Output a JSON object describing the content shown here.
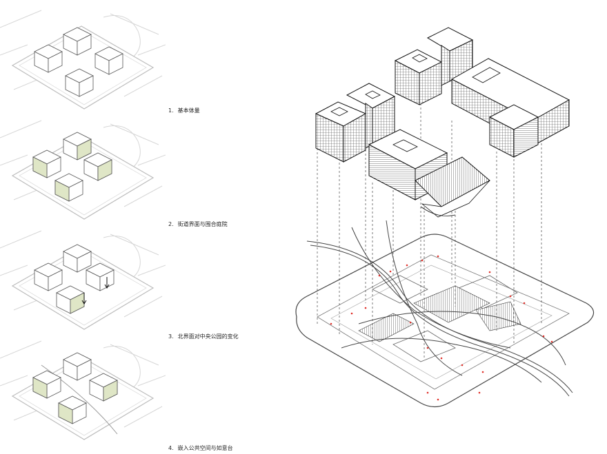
{
  "steps": [
    {
      "num": "1.",
      "label": "基本体量"
    },
    {
      "num": "2.",
      "label": "街道界面与围合庭院"
    },
    {
      "num": "3.",
      "label": "北界面对中央公园的变化"
    },
    {
      "num": "4.",
      "label": "嵌入公共空间与如意台"
    }
  ],
  "colors": {
    "line": "#222222",
    "light_line": "#c8c8c8",
    "accent_green": "#dfe6c6",
    "accent_red": "#e0302a",
    "background": "#ffffff"
  }
}
